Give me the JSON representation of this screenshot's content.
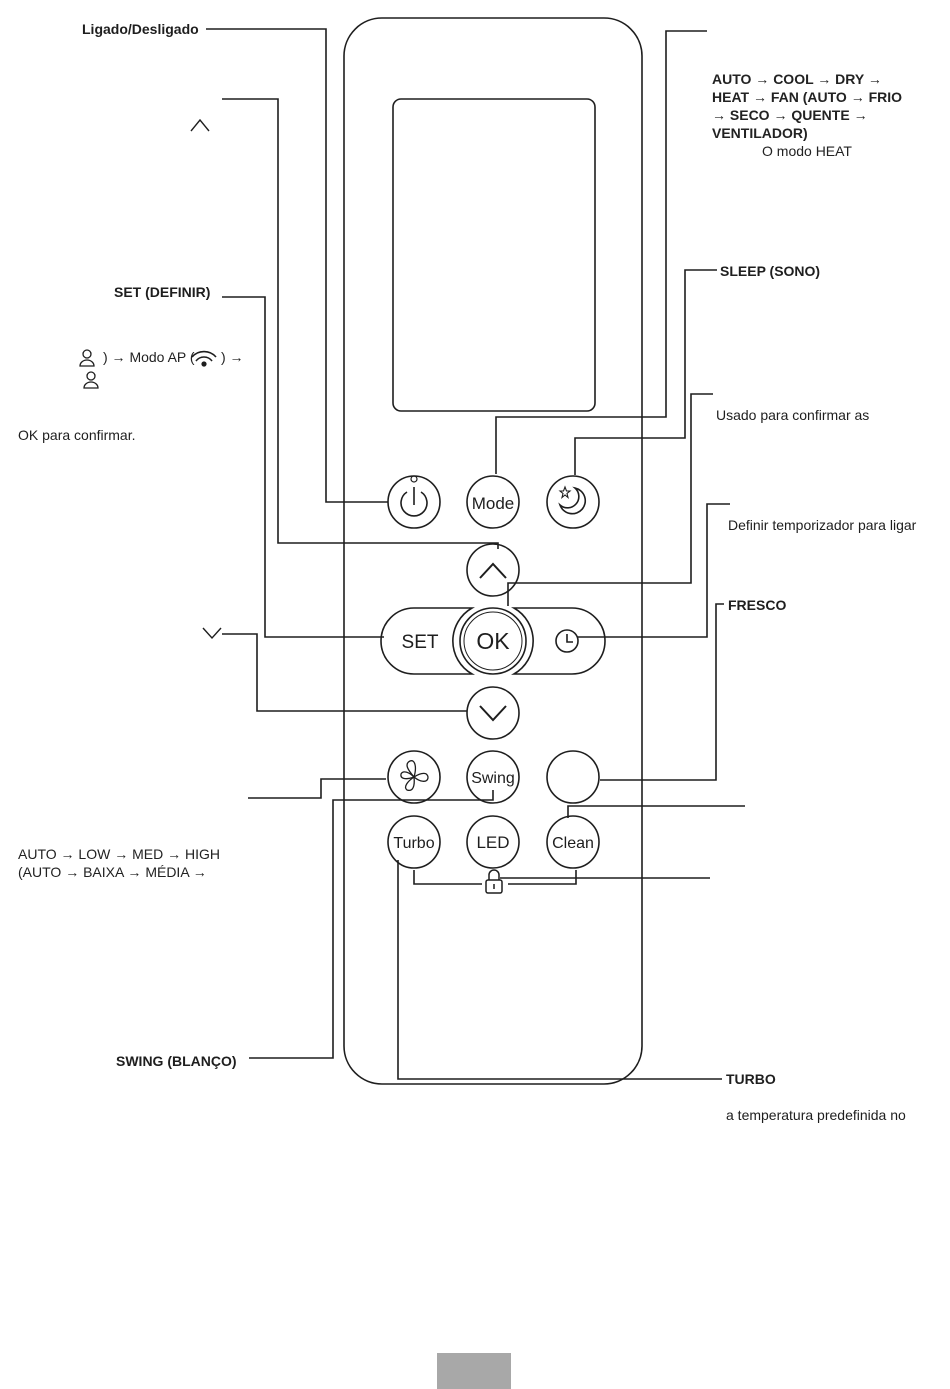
{
  "labels": {
    "power": "Ligado/Desligado",
    "up_arrow": "^",
    "set": "SET (DEFINIR)",
    "wifi_prefix": ") → Modo AP (",
    "wifi_suffix": ") →",
    "ok_confirm": "OK para confirmar.",
    "down_arrow": "∨",
    "mode_lines": [
      "AUTO → COOL → DRY →",
      "HEAT → FAN (AUTO → FRIO",
      "→ SECO → QUENTE →",
      "VENTILADOR)"
    ],
    "mode_note": "O modo HEAT",
    "sleep": "SLEEP (SONO)",
    "ok_desc": "Usado para confirmar as",
    "timer_desc": "Definir temporizador para ligar",
    "fresh": "FRESCO",
    "fan_lines": [
      "AUTO → LOW → MED → HIGH",
      "(AUTO → BAIXA → MÉDIA →"
    ],
    "swing": "SWING (BLANÇO)",
    "turbo": "TURBO",
    "turbo_desc": "a temperatura predefinida no"
  },
  "buttons": {
    "mode": "Mode",
    "set": "SET",
    "ok": "OK",
    "swing": "Swing",
    "turbo": "Turbo",
    "led": "LED",
    "clean": "Clean"
  },
  "icons": [
    "power-icon",
    "sleep-moon-icon",
    "up-chevron-icon",
    "down-chevron-icon",
    "timer-clock-icon",
    "fan-icon",
    "lock-icon",
    "person-icon",
    "wifi-icon"
  ],
  "colors": {
    "line": "#1e1e1e",
    "page_tab": "#a8a8a8"
  }
}
